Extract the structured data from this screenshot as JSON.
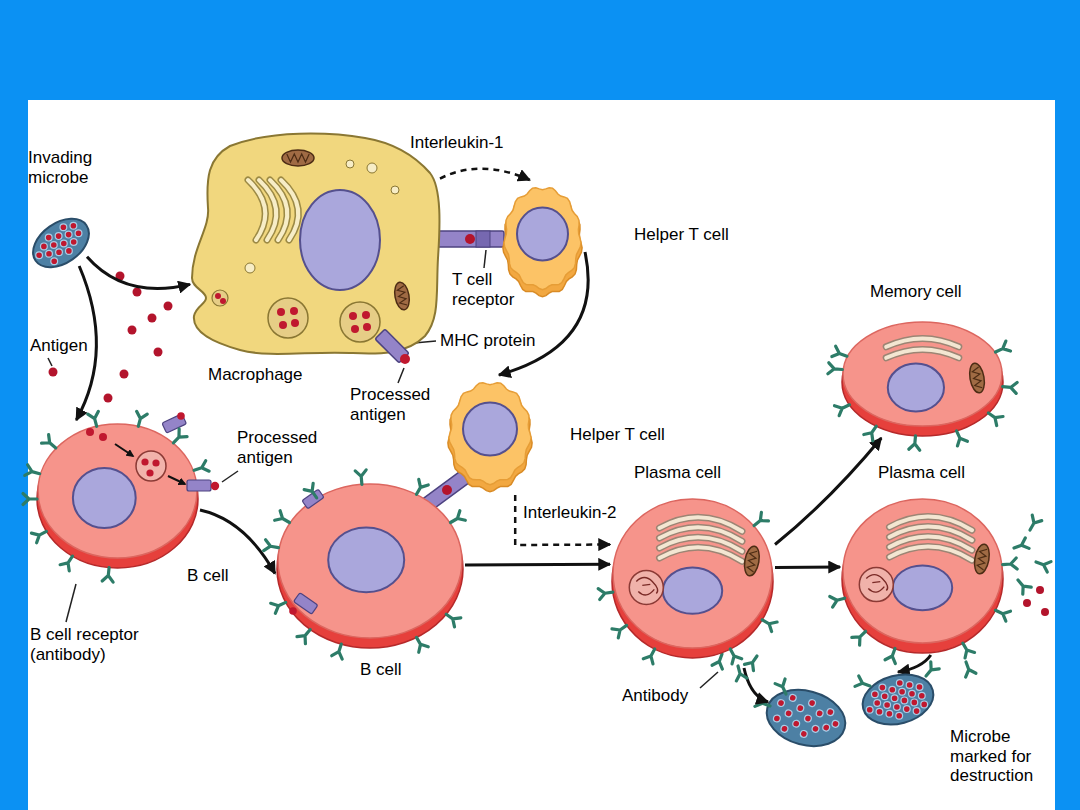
{
  "diagram": {
    "nodes": [
      {
        "text": [
          "Invading microbe"
        ]
      },
      {
        "text": [
          "Macrophage"
        ]
      },
      {
        "text": [
          "Helper T cell"
        ]
      },
      {
        "text": [
          "B cell"
        ]
      },
      {
        "text": [
          "Helper T cell"
        ]
      },
      {
        "text": [
          "B cell"
        ]
      },
      {
        "text": [
          "Plasma cell"
        ]
      },
      {
        "text": [
          "Memory cell"
        ]
      },
      {
        "text": [
          "Plasma cell"
        ]
      },
      {
        "text": [
          "Microbe marked for destruction"
        ]
      }
    ],
    "edges": [
      {
        "from": 0,
        "to": 1,
        "arrow": "to"
      },
      {
        "from": 0,
        "to": 3,
        "arrow": "to"
      },
      {
        "from": 1,
        "to": 2,
        "label": "Interleukin-1",
        "arrow": "to"
      },
      {
        "from": 2,
        "to": 4,
        "arrow": "to"
      },
      {
        "from": 3,
        "to": 5,
        "arrow": "to"
      },
      {
        "from": 5,
        "to": 6,
        "arrow": "to"
      },
      {
        "from": 4,
        "to": 6,
        "label": "Interleukin-2",
        "arrow": "to"
      },
      {
        "from": 6,
        "to": 7,
        "arrow": "to"
      },
      {
        "from": 6,
        "to": 8,
        "arrow": "to"
      },
      {
        "from": 8,
        "to": 9,
        "arrow": "to"
      }
    ],
    "labels": [
      "Antigen",
      "T cell receptor",
      "MHC protein",
      "Processed antigen",
      "Processed antigen",
      "B cell receptor (antibody)",
      "Antibody"
    ]
  }
}
